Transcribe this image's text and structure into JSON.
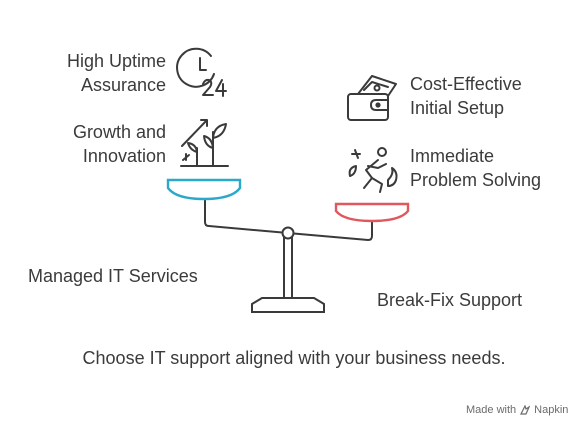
{
  "left": {
    "benefits": [
      {
        "line1": "High Uptime",
        "line2": "Assurance",
        "icon": "clock-24-icon"
      },
      {
        "line1": "Growth and",
        "line2": "Innovation",
        "icon": "growth-plant-icon"
      }
    ],
    "label": "Managed IT Services"
  },
  "right": {
    "benefits": [
      {
        "line1": "Cost-Effective",
        "line2": "Initial Setup",
        "icon": "wallet-money-icon"
      },
      {
        "line1": "Immediate",
        "line2": "Problem Solving",
        "icon": "running-person-icon"
      }
    ],
    "label": "Break-Fix Support"
  },
  "caption": "Choose IT support aligned with your business needs.",
  "watermark": {
    "prefix": "Made with",
    "brand": "Napkin"
  },
  "colors": {
    "left_pan": "#2aa9c9",
    "right_pan": "#e0575e",
    "stroke": "#3a3a3a"
  }
}
